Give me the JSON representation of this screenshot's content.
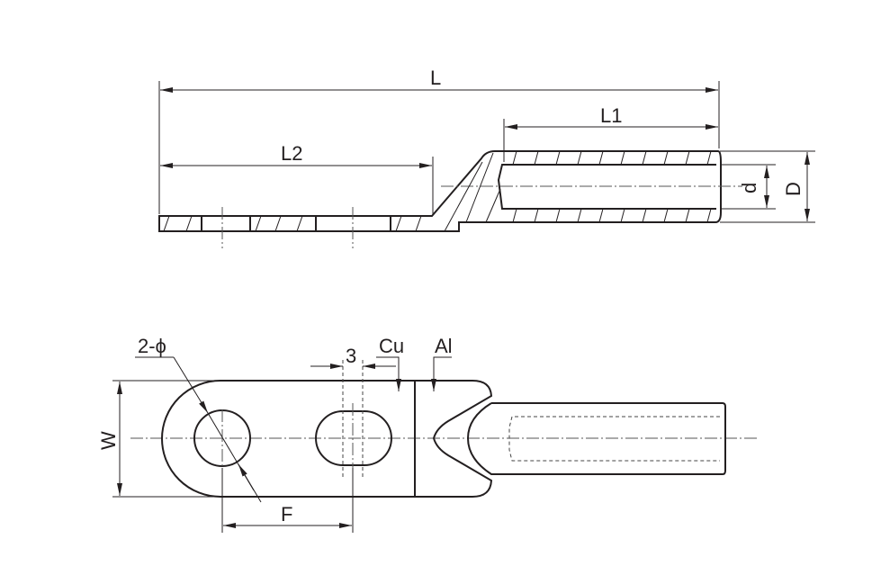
{
  "title": "Cu-Al bimetallic cable lug dimension drawing",
  "side_view": {
    "L": "L",
    "L1": "L1",
    "L2": "L2",
    "d": "d",
    "D": "D"
  },
  "top_view": {
    "hole": "2-ϕ",
    "gap": "3",
    "cu": "Cu",
    "al": "Al",
    "W": "W",
    "F": "F"
  },
  "colors": {
    "line": "#231f20",
    "background": "#ffffff"
  }
}
